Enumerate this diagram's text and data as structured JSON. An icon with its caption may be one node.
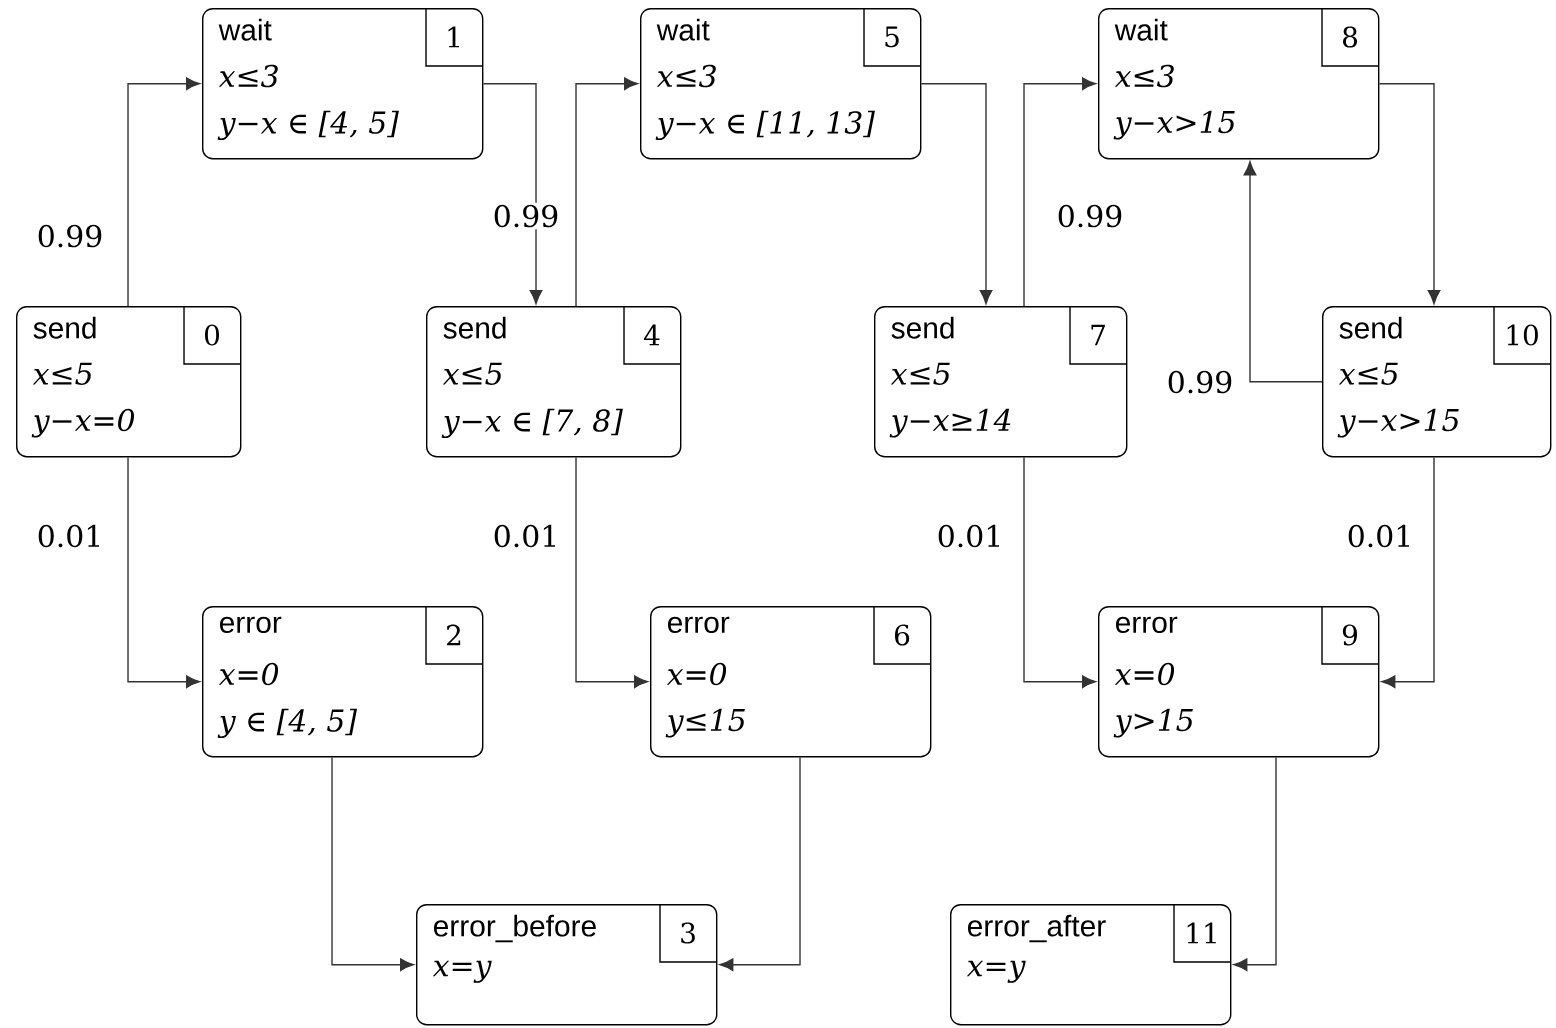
{
  "diagram": {
    "nodes": [
      {
        "text": [
          "send",
          "0",
          "x≤5",
          "y−x=0"
        ]
      },
      {
        "text": [
          "wait",
          "1",
          "x≤3",
          "y−x ∈ [4, 5]"
        ]
      },
      {
        "text": [
          "error",
          "2",
          "x=0",
          "y ∈ [4, 5]"
        ]
      },
      {
        "text": [
          "error_before",
          "3",
          "x=y"
        ]
      },
      {
        "text": [
          "send",
          "4",
          "x≤5",
          "y−x ∈ [7, 8]"
        ]
      },
      {
        "text": [
          "wait",
          "5",
          "x≤3",
          "y−x ∈ [11, 13]"
        ]
      },
      {
        "text": [
          "error",
          "6",
          "x=0",
          "y≤15"
        ]
      },
      {
        "text": [
          "send",
          "7",
          "x≤5",
          "y−x≥14"
        ]
      },
      {
        "text": [
          "wait",
          "8",
          "x≤3",
          "y−x>15"
        ]
      },
      {
        "text": [
          "error",
          "9",
          "x=0",
          "y>15"
        ]
      },
      {
        "text": [
          "send",
          "10",
          "x≤5",
          "y−x>15"
        ]
      },
      {
        "text": [
          "error_after",
          "11",
          "x=y"
        ]
      }
    ],
    "edges": [
      {
        "from": 0,
        "to": 1,
        "arrow": "to",
        "label": "0.99"
      },
      {
        "from": 0,
        "to": 2,
        "arrow": "to",
        "label": "0.01"
      },
      {
        "from": 1,
        "to": 4,
        "arrow": "to"
      },
      {
        "from": 4,
        "to": 5,
        "arrow": "to",
        "label": "0.99"
      },
      {
        "from": 4,
        "to": 6,
        "arrow": "to",
        "label": "0.01"
      },
      {
        "from": 2,
        "to": 3,
        "arrow": "to"
      },
      {
        "from": 6,
        "to": 3,
        "arrow": "to"
      },
      {
        "from": 5,
        "to": 7,
        "arrow": "to"
      },
      {
        "from": 7,
        "to": 8,
        "arrow": "to",
        "label": "0.99"
      },
      {
        "from": 7,
        "to": 9,
        "arrow": "to",
        "label": "0.01"
      },
      {
        "from": 8,
        "to": 10,
        "arrow": "to"
      },
      {
        "from": 10,
        "to": 8,
        "arrow": "to",
        "label": "0.99"
      },
      {
        "from": 10,
        "to": 9,
        "arrow": "to",
        "label": "0.01"
      },
      {
        "from": 9,
        "to": 11,
        "arrow": "to"
      }
    ]
  }
}
